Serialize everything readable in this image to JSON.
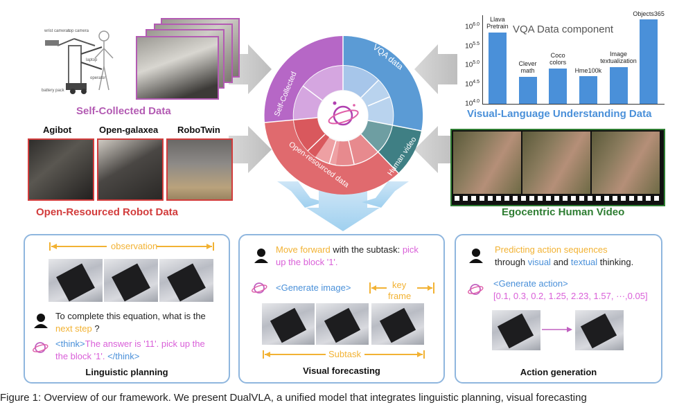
{
  "sections": {
    "self_collected": "Self-Collected Data",
    "open_resourced": "Open-Resourced Robot Data",
    "vlu": "Visual-Language Understanding Data",
    "ego": "Egocentric Human Video"
  },
  "robot_labels": {
    "wrist": "wrist cameras",
    "top": "top camera",
    "laptop": "laptop",
    "operator": "operator",
    "battery": "battery pack"
  },
  "datasets": [
    "Agibot",
    "Open-galaxea",
    "RoboTwin"
  ],
  "wheel": {
    "vqa": "VQA data",
    "self": "Self-Collected",
    "human": "Human video",
    "open": "Open-resourced data"
  },
  "chart_data": {
    "type": "bar",
    "title": "VQA Data component",
    "categories": [
      "Llava Pretrain",
      "Clever math",
      "Coco colors",
      "Hme100k",
      "Image textualization",
      "Objects365"
    ],
    "values": [
      5.85,
      4.7,
      4.92,
      4.72,
      4.95,
      6.2
    ],
    "ylim": [
      4.0,
      6.3
    ],
    "yticks": [
      "10^4.0",
      "10^4.5",
      "10^5.0",
      "10^5.5",
      "10^6.0"
    ],
    "yscale": "log",
    "color": "#4a90d9"
  },
  "panels": {
    "linguistic": {
      "title": "Linguistic planning",
      "observation": "observation",
      "q1": "To complete this equation, what is the",
      "q2": "next step",
      "q3": " ?",
      "think_open": "<think>",
      "answer1": "The answer is '11'. pick up the",
      "answer2": "the block '1'. ",
      "think_close": "</think>"
    },
    "visual": {
      "title": "Visual forecasting",
      "move": "Move forward",
      "with": " with the subtask: ",
      "pick": "pick",
      "pick2": "up the block '1'.",
      "gen_image": "<Generate image>",
      "key": "key",
      "frame": "frame",
      "subtask": "Subtask"
    },
    "action": {
      "title": "Action generation",
      "predict": "Predicting action sequences",
      "through": "through ",
      "visual": "visual",
      "and": " and ",
      "textual": "textual",
      "thinking": " thinking.",
      "gen_action": "<Generate action>",
      "values": "[0.1, 0.3, 0.2, 1.25, 2.23, 1.57, ···,0.05]"
    }
  },
  "caption": "Figure 1: Overview of our framework. We present DualVLA, a unified model that integrates linguistic planning, visual forecasting"
}
